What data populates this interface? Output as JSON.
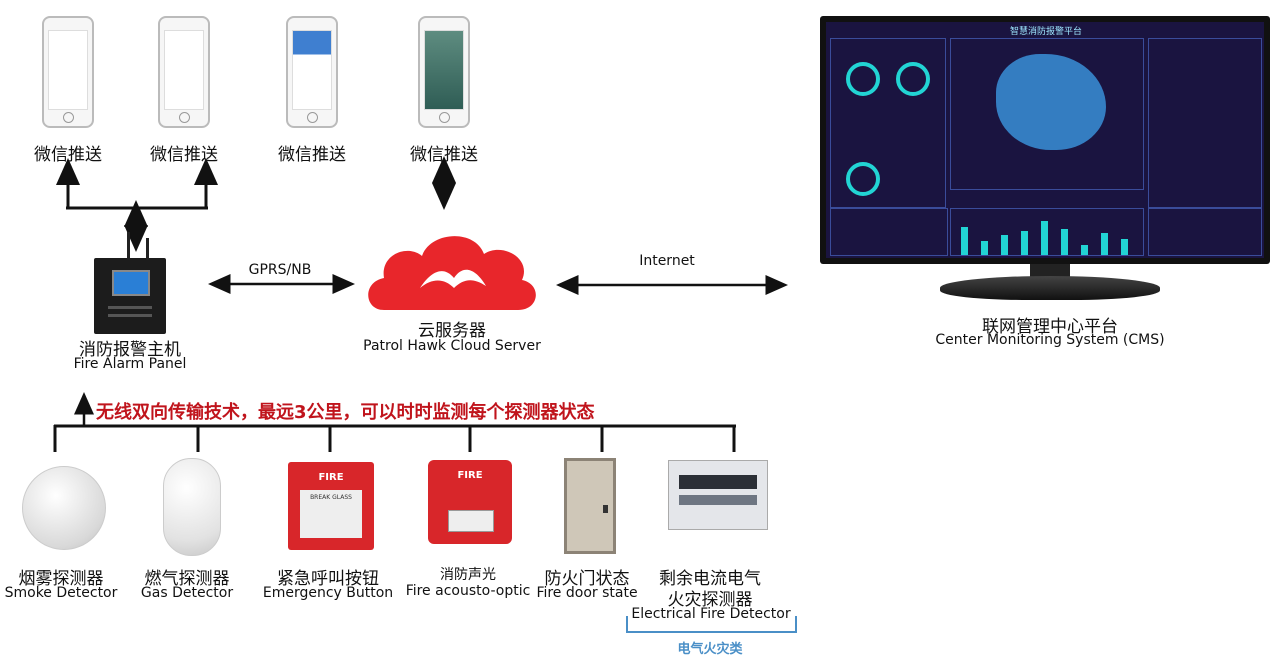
{
  "phones": [
    {
      "label": "微信推送"
    },
    {
      "label": "微信推送"
    },
    {
      "label": "微信推送"
    },
    {
      "label": "微信推送"
    }
  ],
  "panel": {
    "cn": "消防报警主机",
    "en": "Fire Alarm Panel"
  },
  "cloud": {
    "cn": "云服务器",
    "en": "Patrol Hawk Cloud Server"
  },
  "cms": {
    "cn": "联网管理中心平台",
    "en": "Center Monitoring System (CMS)",
    "screen_title": "智慧消防报警平台"
  },
  "links": {
    "gprs": "GPRS/NB",
    "internet": "Internet"
  },
  "wireless_banner": "无线双向传输技术，最远3公里，可以时时监测每个探测器状态",
  "devices": [
    {
      "cn": "烟雾探测器",
      "en": "Smoke Detector"
    },
    {
      "cn": "燃气探测器",
      "en": "Gas Detector"
    },
    {
      "cn": "紧急呼叫按钮",
      "en": "Emergency Button",
      "sign_top": "FIRE",
      "sign_mid": "BREAK   GLASS"
    },
    {
      "cn": "消防声光",
      "en": "Fire acousto-optic",
      "sign": "FIRE"
    },
    {
      "cn": "防火门状态",
      "en": "Fire door state"
    },
    {
      "cn": "剩余电流电气",
      "cn2": "火灾探测器",
      "en": "Electrical Fire Detector"
    }
  ],
  "electrical_group": "电气火灾类",
  "colors": {
    "banner": "#c0141c",
    "cloud": "#e8262b",
    "group": "#4a8fc7",
    "screen_bg": "#1a1440"
  }
}
